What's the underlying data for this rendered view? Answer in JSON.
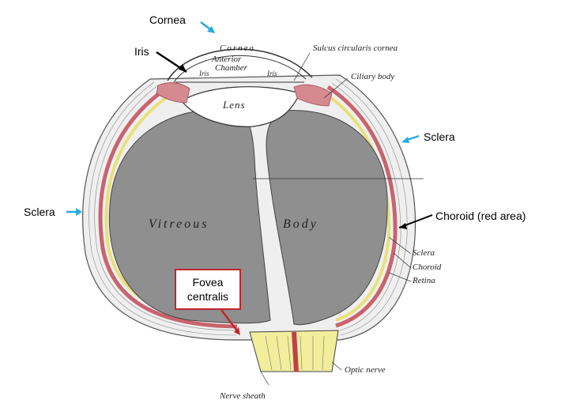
{
  "labels": {
    "cornea": "Cornea",
    "iris": "Iris",
    "sclera_right": "Sclera",
    "sclera_left": "Sclera",
    "choroid": "Choroid (red area)",
    "fovea_line1": "Fovea",
    "fovea_line2": "centralis"
  },
  "inner_labels": {
    "cornea": "Cornea",
    "anterior_chamber_1": "Anterior",
    "anterior_chamber_2": "Chamber",
    "iris_left": "Iris",
    "iris_right": "Iris",
    "lens": "Lens",
    "vitreous": "Vitreous",
    "body": "Body",
    "sulcus": "Sulcus circularis cornea",
    "ciliary_body": "Ciliary body",
    "sclera": "Sclera",
    "choroid": "Choroid",
    "retina": "Retina",
    "optic_nerve": "Optic nerve",
    "nerve_sheath": "Nerve sheath"
  },
  "colors": {
    "arrow_blue": "#29a9e0",
    "fovea_border": "#c0262d",
    "choroid_red": "#c8646e",
    "retina_yellow": "#e8e07a",
    "vitreous_gray": "#8f8f8f",
    "sclera_line": "#555555"
  }
}
